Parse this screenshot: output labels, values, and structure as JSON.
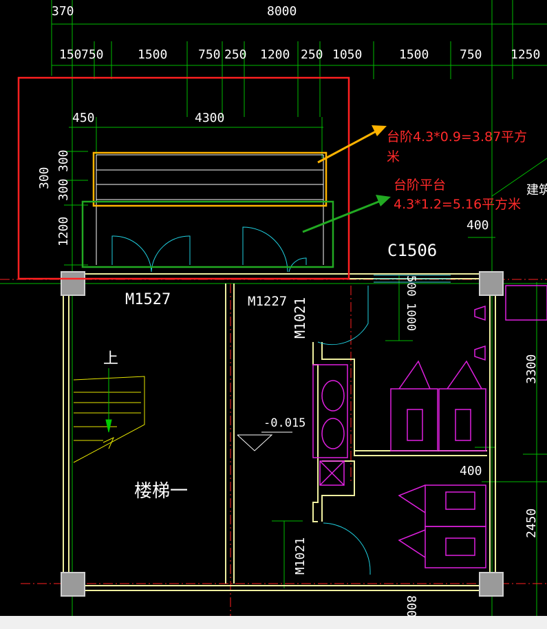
{
  "dimensions": {
    "top_overall": [
      "370",
      "8000"
    ],
    "row_2": [
      "150",
      "750",
      "1500",
      "750",
      "250",
      "1200",
      "250",
      "1050",
      "1500",
      "750",
      "1250"
    ],
    "step_width": [
      "450",
      "4300"
    ],
    "left_vertical": [
      "300",
      "300",
      "300",
      "1200"
    ],
    "right_small": [
      "400",
      "400"
    ],
    "door_right": [
      "500",
      "1000"
    ],
    "right_vertical": [
      "3300",
      "2450"
    ],
    "bottom_fragment": "800"
  },
  "labels": {
    "window_c1506": "C1506",
    "door_m1527": "M1527",
    "door_m1227": "M1227",
    "door_m1021_upper": "M1021",
    "door_m1021_lower": "M1021",
    "stair_up": "上",
    "level": "-0.015",
    "stair_name": "楼梯一",
    "edge_text": "建筑"
  },
  "annotations": {
    "step": "台阶4.3*0.9=3.87平方米",
    "platform_title": "台阶平台",
    "platform_calc": "4.3*1.2=5.16平方米"
  },
  "colors": {
    "background": "#000000",
    "outer_frame": "#ff2020",
    "step_highlight": "#ffb400",
    "platform_highlight": "#22aa22",
    "axis": "#00cc00",
    "wall": "#f0f0a0",
    "fixture": "#e020e0",
    "door_swing": "#20d0e0"
  }
}
